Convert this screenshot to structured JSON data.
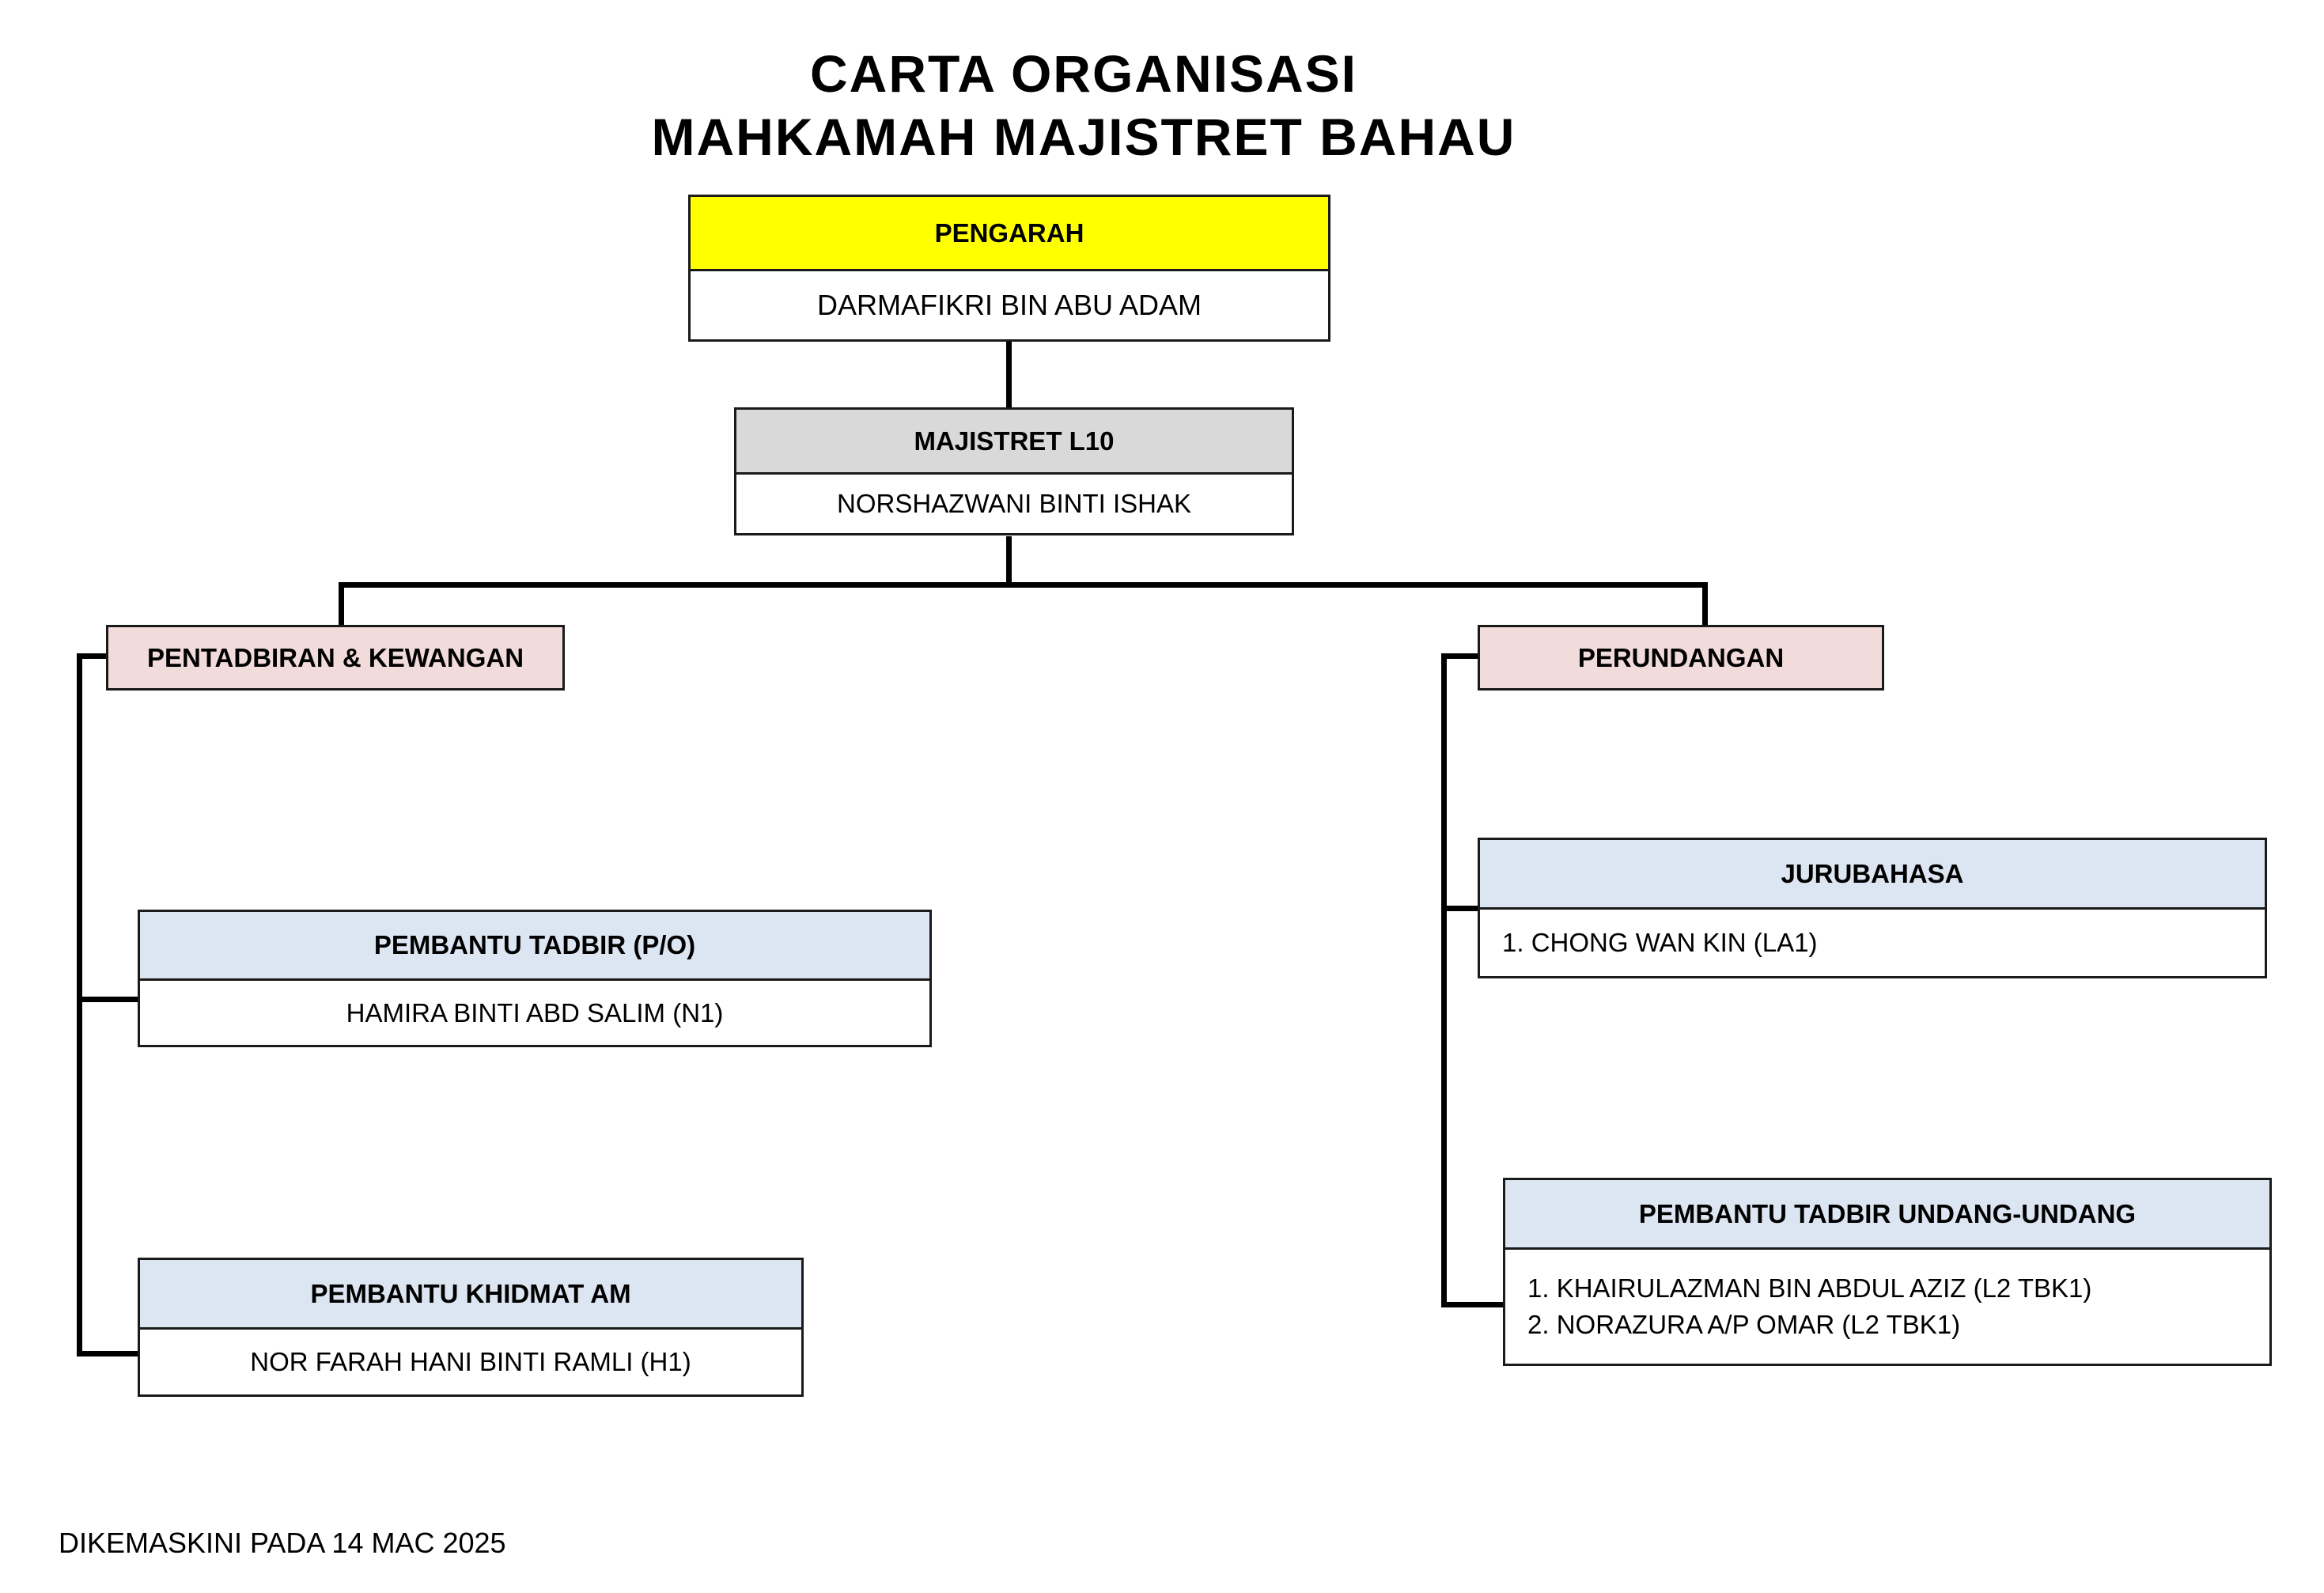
{
  "title": {
    "line1": "CARTA ORGANISASI",
    "line2": "MAHKAMAH MAJISTRET BAHAU"
  },
  "colors": {
    "pengarah_header": "#ffff00",
    "majistret_header": "#d9d9d9",
    "section_header": "#f2dcdb",
    "unit_header": "#dce6f2",
    "border": "#1a1a1a"
  },
  "pengarah": {
    "role": "PENGARAH",
    "name": "DARMAFIKRI BIN ABU ADAM"
  },
  "majistret": {
    "role": "MAJISTRET L10",
    "name": "NORSHAZWANI BINTI ISHAK"
  },
  "sections": {
    "pentadbiran": {
      "label": "PENTADBIRAN & KEWANGAN",
      "units": [
        {
          "role": "PEMBANTU TADBIR (P/O)",
          "members": [
            "HAMIRA BINTI ABD SALIM (N1)"
          ]
        },
        {
          "role": "PEMBANTU KHIDMAT AM",
          "members": [
            "NOR FARAH HANI BINTI RAMLI (H1)"
          ]
        }
      ]
    },
    "perundangan": {
      "label": "PERUNDANGAN",
      "units": [
        {
          "role": "JURUBAHASA",
          "members": [
            "1. CHONG WAN KIN (LA1)"
          ]
        },
        {
          "role": "PEMBANTU TADBIR UNDANG-UNDANG",
          "members": [
            "1. KHAIRULAZMAN BIN ABDUL AZIZ (L2 TBK1)",
            "2. NORAZURA A/P OMAR (L2 TBK1)"
          ]
        }
      ]
    }
  },
  "footer": "DIKEMASKINI PADA 14 MAC 2025"
}
